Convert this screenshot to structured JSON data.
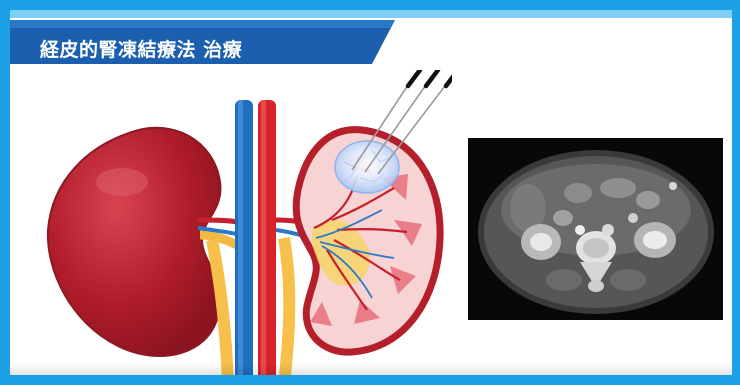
{
  "slide": {
    "title": "経皮的腎凍結療法 治療"
  },
  "colors": {
    "frame": "#1da1e6",
    "title_bar": "#1b5fae",
    "kidney_dark": "#b21f2d",
    "kidney_light": "#f8d6d6",
    "aorta": "#d8232a",
    "vena_cava": "#1f6fc0",
    "ureter": "#f6c04a",
    "ice_ball": "#cfe3ff"
  },
  "icons": {
    "left_kidney": "kidney-exterior-illustration",
    "right_kidney": "kidney-cross-section-illustration",
    "needles": "cryoprobe-needles",
    "ice_ball": "ice-ball",
    "ct_scan": "abdominal-ct-image"
  }
}
